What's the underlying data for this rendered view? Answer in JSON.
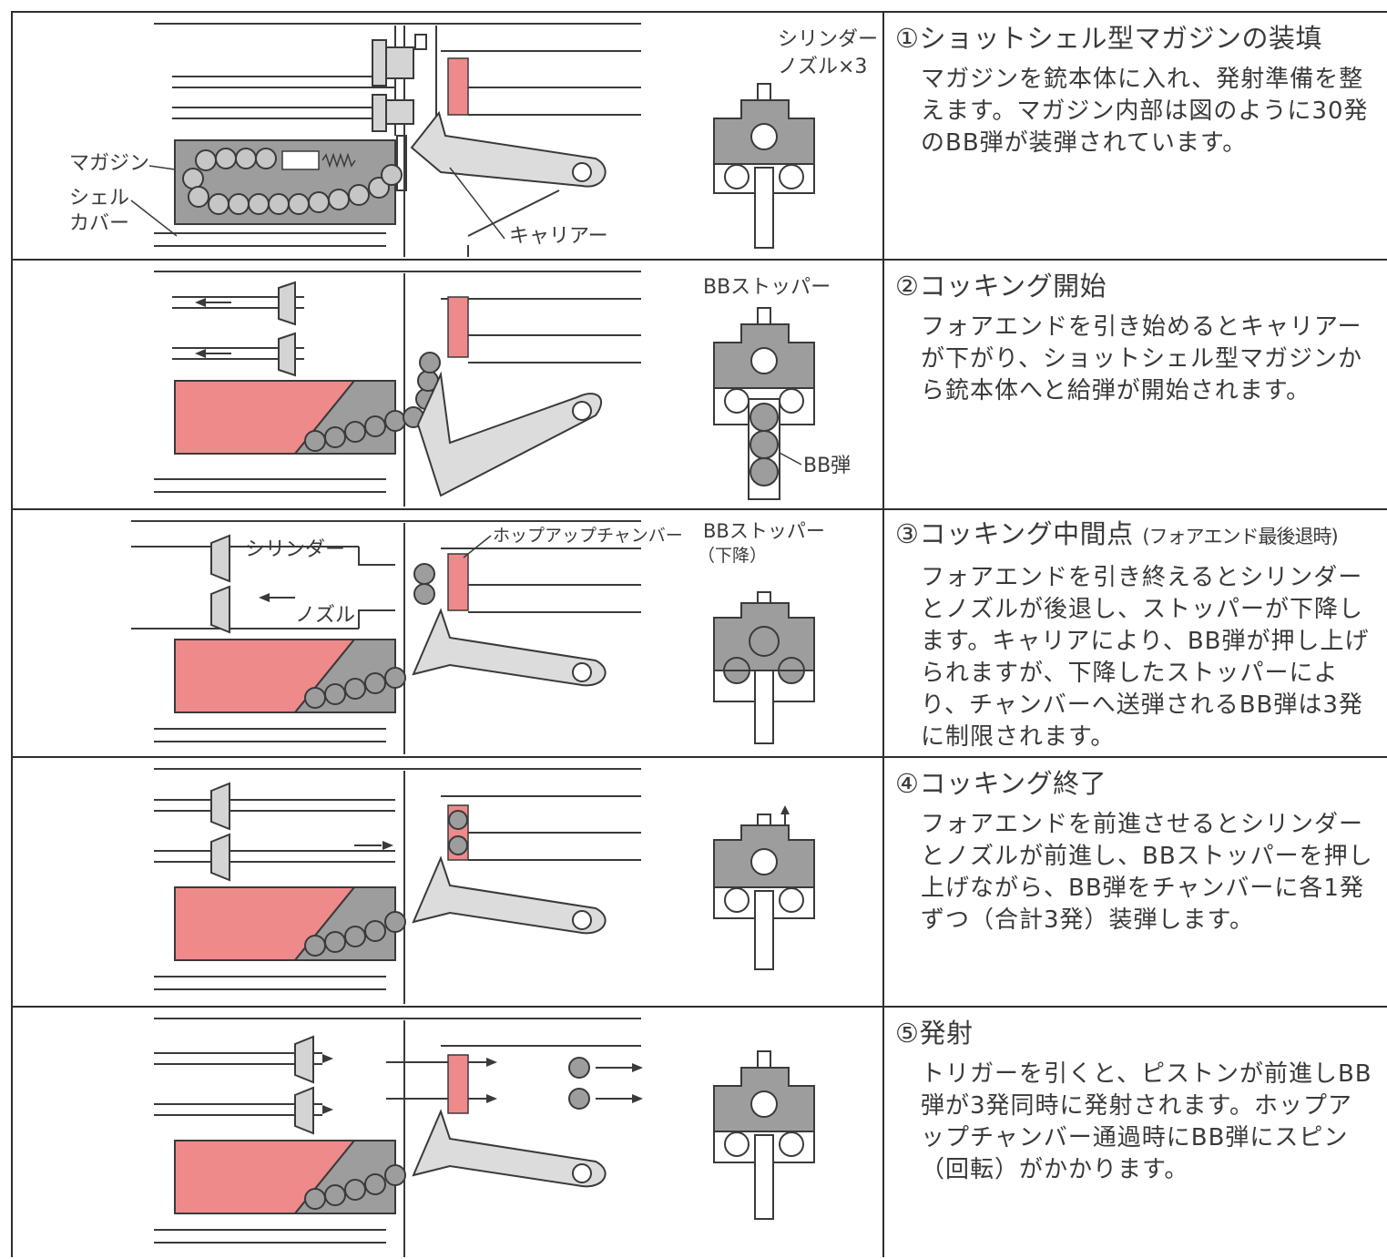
{
  "colors": {
    "red": "#ee8a8a",
    "gray": "#9d9d9d",
    "lightgray": "#dcdcdc",
    "line": "#3a3a3a"
  },
  "steps": [
    {
      "title": "①ショットシェル型マガジンの装填",
      "title_note": "",
      "body": "マガジンを銃本体に入れ、発射準備を整えます。マガジン内部は図のように30発のBB弾が装弾されています。",
      "labels": {
        "magazine": "マガジン",
        "shell_cover_1": "シェル",
        "shell_cover_2": "カバー",
        "carrier": "キャリアー",
        "cyl_nozzle_1": "シリンダー",
        "cyl_nozzle_2": "ノズル×3"
      }
    },
    {
      "title": "②コッキング開始",
      "title_note": "",
      "body": "フォアエンドを引き始めるとキャリアーが下がり、ショットシェル型マガジンから銃本体へと給弾が開始されます。",
      "labels": {
        "bb_stopper": "BBストッパー",
        "bb": "BB弾"
      }
    },
    {
      "title": "③コッキング中間点",
      "title_note": "(フォアエンド最後退時)",
      "body": "フォアエンドを引き終えるとシリンダーとノズルが後退し、ストッパーが下降します。キャリアにより、BB弾が押し上げられますが、下降したストッパーにより、チャンバーへ送弾されるBB弾は3発に制限されます。",
      "labels": {
        "cylinder": "シリンダー",
        "nozzle": "ノズル",
        "hopup": "ホップアップチャンバー",
        "bb_stopper_1": "BBストッパー",
        "bb_stopper_2": "（下降）"
      }
    },
    {
      "title": "④コッキング終了",
      "title_note": "",
      "body": "フォアエンドを前進させるとシリンダーとノズルが前進し、BBストッパーを押し上げながら、BB弾をチャンバーに各1発ずつ（合計3発）装弾します。",
      "labels": {}
    },
    {
      "title": "⑤発射",
      "title_note": "",
      "body": "トリガーを引くと、ピストンが前進しBB弾が3発同時に発射されます。ホップアップチャンバー通過時にBB弾にスピン（回転）がかかります。",
      "labels": {}
    }
  ]
}
